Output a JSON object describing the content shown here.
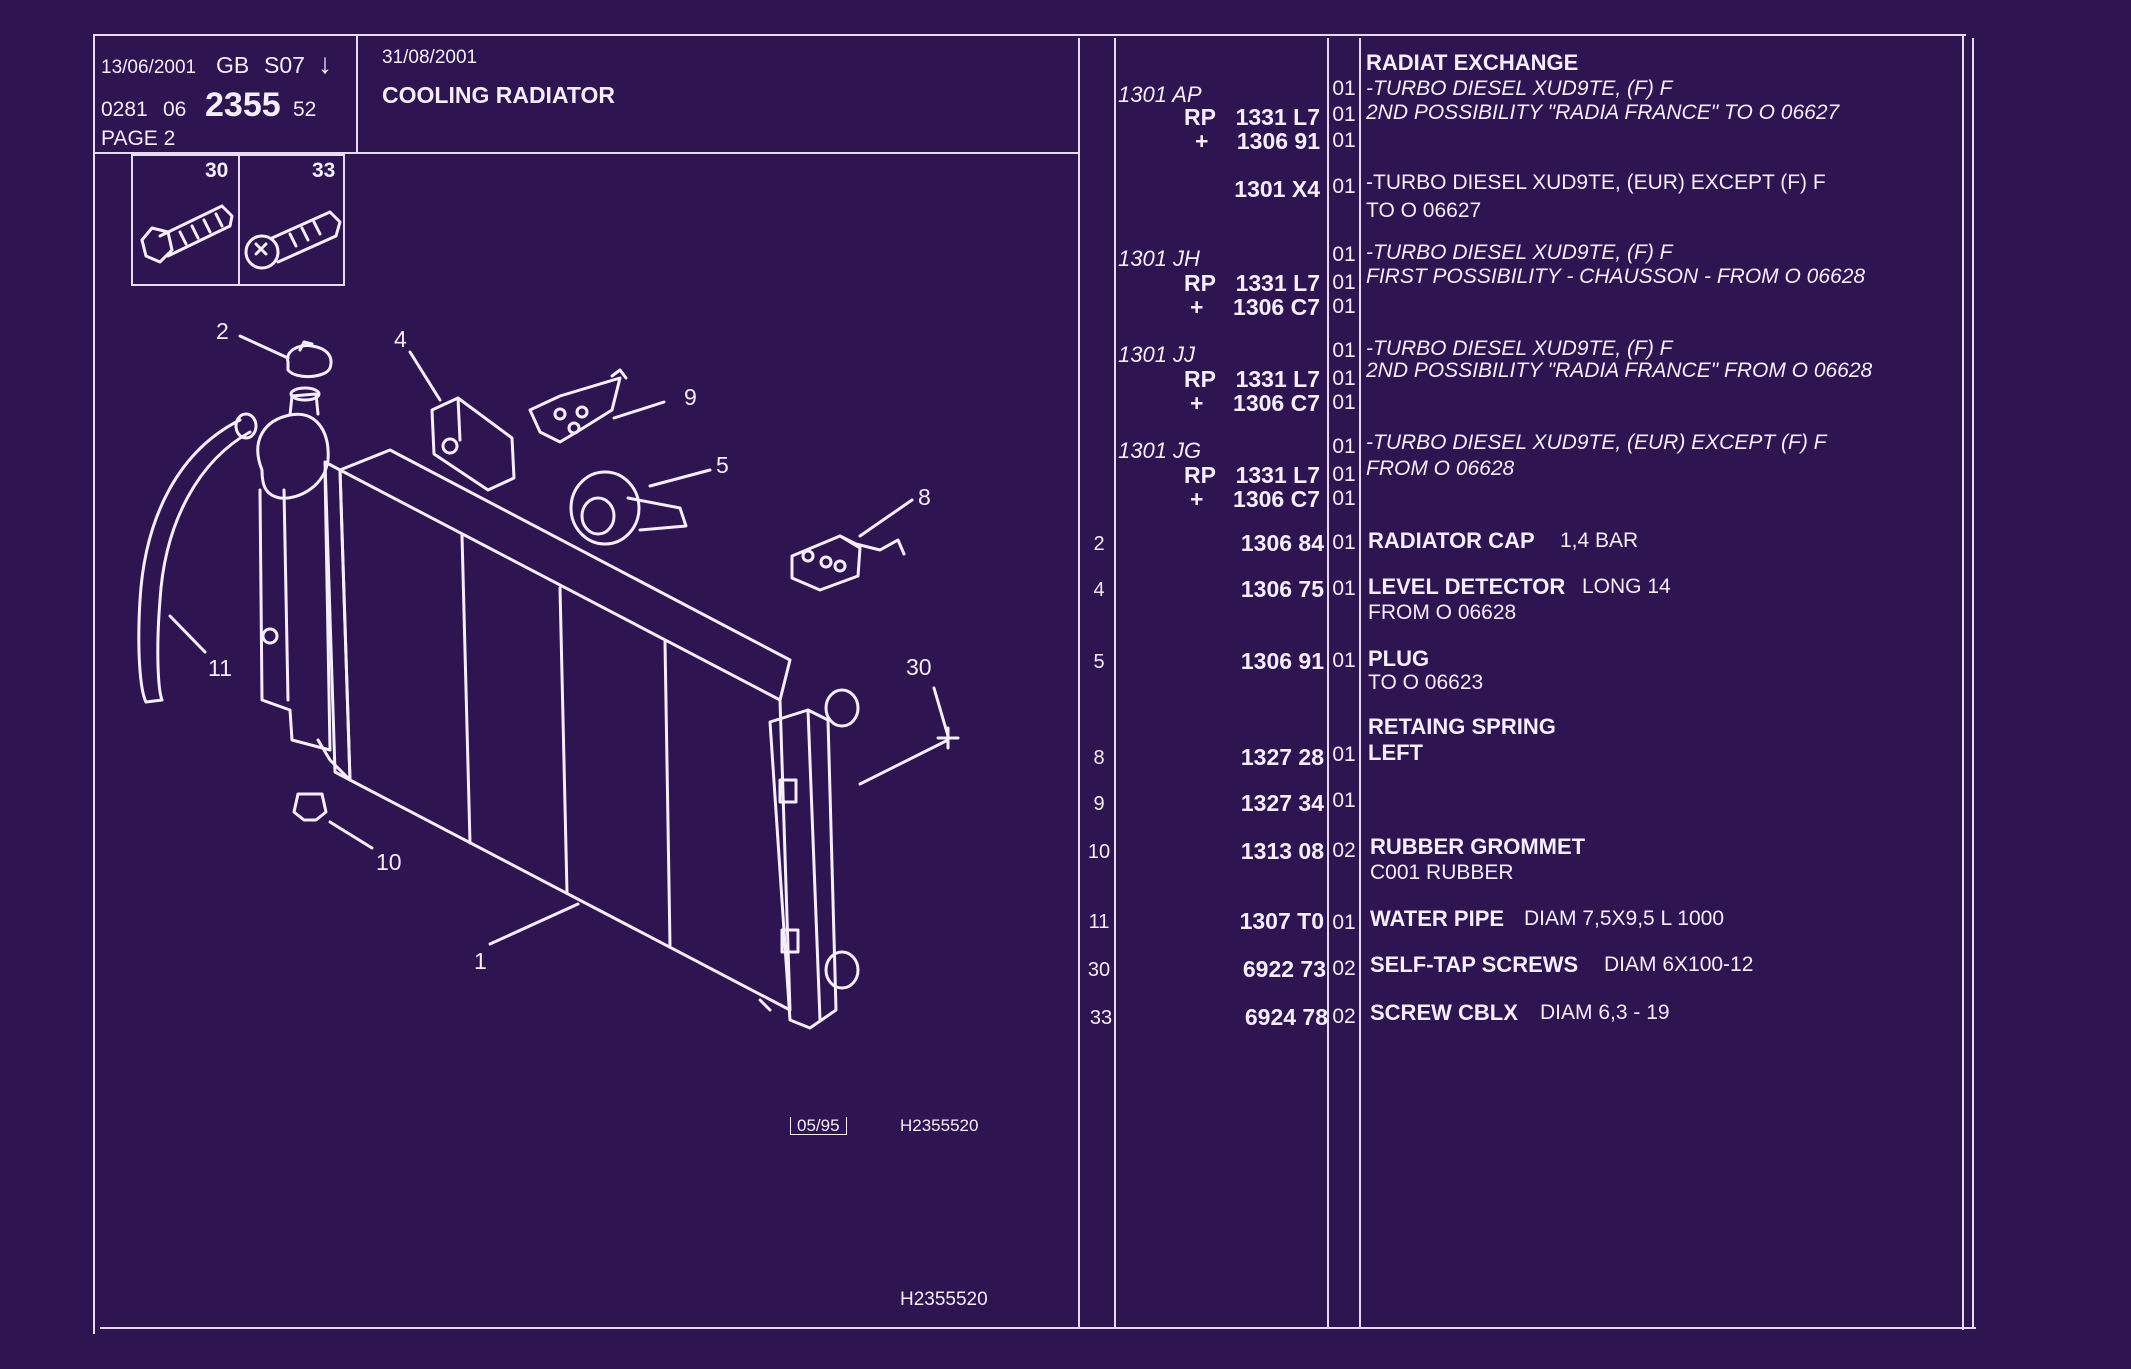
{
  "header": {
    "print_date": "13/06/2001",
    "lang": "GB",
    "code": "S07",
    "arrow": "↓",
    "num_a": "0281",
    "num_b": "06",
    "num_main": "2355",
    "num_c": "52",
    "page": "PAGE  2",
    "update_date": "31/08/2001",
    "title": "COOLING RADIATOR"
  },
  "inset": {
    "labels": [
      "30",
      "33"
    ]
  },
  "diagram": {
    "callouts": [
      "2",
      "4",
      "9",
      "5",
      "8",
      "11",
      "30",
      "10",
      "1"
    ],
    "footer_ref": "05/95",
    "footer_code": "H2355520",
    "bottom_code": "H2355520"
  },
  "parts": {
    "title_exchange": "RADIAT EXCHANGE",
    "groups": [
      {
        "group": "1301 AP",
        "lines": [
          {
            "prefix": "",
            "pn": "",
            "qty": "01",
            "text": "-TURBO DIESEL XUD9TE, (F) F",
            "italic": true
          },
          {
            "prefix": "RP",
            "pn": "1331 L7",
            "qty": "01",
            "text": "2ND POSSIBILITY \"RADIA FRANCE\" TO  O  06627",
            "italic": true
          },
          {
            "prefix": "+",
            "pn": "1306 91",
            "qty": "01",
            "text": "",
            "italic": false
          }
        ]
      },
      {
        "group": "",
        "lines": [
          {
            "prefix": "",
            "pn": "1301 X4",
            "qty": "01",
            "text": "-TURBO DIESEL XUD9TE, (EUR) EXCEPT  (F) F",
            "italic": false
          },
          {
            "prefix": "",
            "pn": "",
            "qty": "",
            "text": "TO  O  06627",
            "italic": false
          }
        ]
      },
      {
        "group": "1301 JH",
        "lines": [
          {
            "prefix": "",
            "pn": "",
            "qty": "01",
            "text": "-TURBO DIESEL XUD9TE, (F) F",
            "italic": true
          },
          {
            "prefix": "RP",
            "pn": "1331 L7",
            "qty": "01",
            "text": "FIRST POSSIBILITY - CHAUSSON - FROM  O  06628",
            "italic": true
          },
          {
            "prefix": "+",
            "pn": "1306 C7",
            "qty": "01",
            "text": "",
            "italic": false
          }
        ]
      },
      {
        "group": "1301 JJ",
        "lines": [
          {
            "prefix": "",
            "pn": "",
            "qty": "01",
            "text": "-TURBO DIESEL XUD9TE, (F) F",
            "italic": true
          },
          {
            "prefix": "RP",
            "pn": "1331 L7",
            "qty": "01",
            "text": "2ND POSSIBILITY \"RADIA FRANCE\" FROM  O  06628",
            "italic": true
          },
          {
            "prefix": "+",
            "pn": "1306 C7",
            "qty": "01",
            "text": "",
            "italic": false
          }
        ]
      },
      {
        "group": "1301 JG",
        "lines": [
          {
            "prefix": "",
            "pn": "",
            "qty": "01",
            "text": "-TURBO DIESEL XUD9TE, (EUR) EXCEPT  (F) F",
            "italic": true
          },
          {
            "prefix": "RP",
            "pn": "1331 L7",
            "qty": "01",
            "text": "FROM  O  06628",
            "italic": true
          },
          {
            "prefix": "+",
            "pn": "1306 C7",
            "qty": "01",
            "text": "",
            "italic": false
          }
        ]
      }
    ],
    "items": [
      {
        "ref": "2",
        "pn": "1306 84",
        "qty": "01",
        "name": "RADIATOR CAP",
        "detail": "1,4 BAR",
        "sub": ""
      },
      {
        "ref": "4",
        "pn": "1306 75",
        "qty": "01",
        "name": "LEVEL DETECTOR",
        "detail": "LONG 14",
        "sub": "FROM  O  06628"
      },
      {
        "ref": "5",
        "pn": "1306 91",
        "qty": "01",
        "name": "PLUG",
        "detail": "",
        "sub": "TO  O  06623"
      },
      {
        "ref": "",
        "pn": "",
        "qty": "",
        "name": "RETAING SPRING",
        "detail": "",
        "sub": ""
      },
      {
        "ref": "8",
        "pn": "1327 28",
        "qty": "01",
        "name": "LEFT",
        "detail": "",
        "sub": ""
      },
      {
        "ref": "9",
        "pn": "1327 34",
        "qty": "01",
        "name": "",
        "detail": "",
        "sub": ""
      },
      {
        "ref": "10",
        "pn": "1313 08",
        "qty": "02",
        "name": "RUBBER GROMMET",
        "detail": "",
        "sub": "C001 RUBBER"
      },
      {
        "ref": "11",
        "pn": "1307 T0",
        "qty": "01",
        "name": "WATER PIPE",
        "detail": "DIAM 7,5X9,5  L 1000",
        "sub": ""
      },
      {
        "ref": "30",
        "pn": "6922 73",
        "qty": "02",
        "name": "SELF-TAP SCREWS",
        "detail": "DIAM 6X100-12",
        "sub": ""
      },
      {
        "ref": "33",
        "pn": "6924 78",
        "qty": "02",
        "name": "SCREW CBLX",
        "detail": "DIAM 6,3 - 19",
        "sub": ""
      }
    ]
  }
}
